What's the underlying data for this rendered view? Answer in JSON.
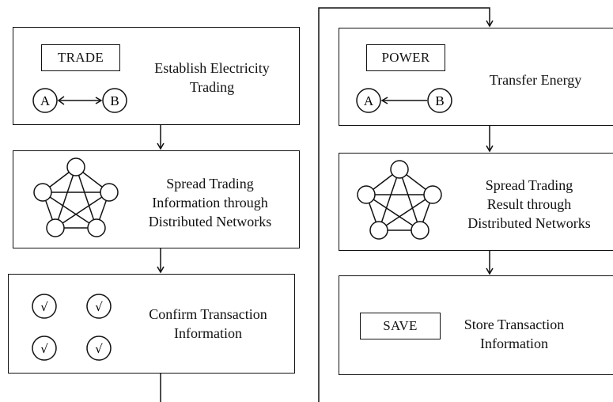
{
  "left_column": {
    "step1": {
      "tag": "TRADE",
      "text": "Establish Electricity\nTrading",
      "node_a": "A",
      "node_b": "B"
    },
    "step2": {
      "text": "Spread Trading\nInformation through\nDistributed Networks"
    },
    "step3": {
      "text": "Confirm Transaction\nInformation",
      "check_mark": "√"
    }
  },
  "right_column": {
    "step1": {
      "tag": "POWER",
      "text": "Transfer Energy",
      "node_a": "A",
      "node_b": "B"
    },
    "step2": {
      "text": "Spread Trading\nResult through\nDistributed Networks"
    },
    "step3": {
      "tag": "SAVE",
      "text": "Store Transaction\nInformation"
    }
  }
}
